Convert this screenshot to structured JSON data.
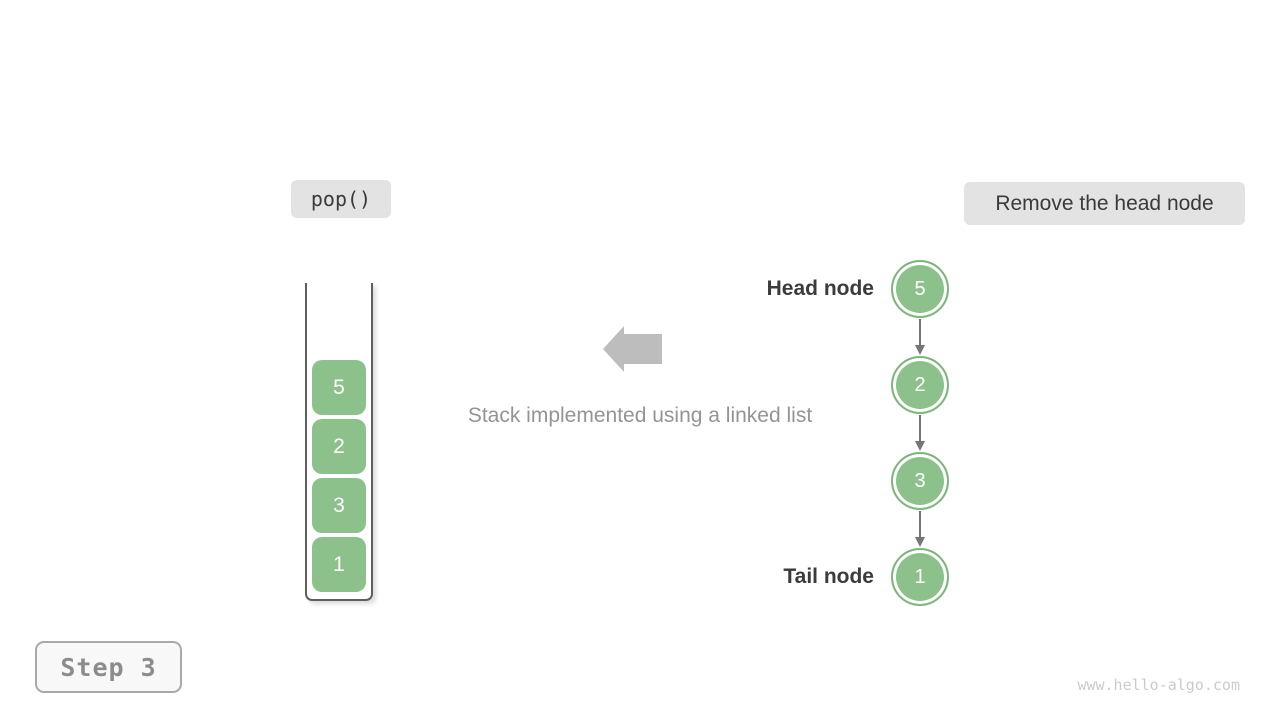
{
  "badges": {
    "operation": "pop()",
    "description": "Remove the head node",
    "step": "Step 3"
  },
  "caption": "Stack implemented using a linked list",
  "stack": {
    "items": [
      "5",
      "2",
      "3",
      "1"
    ]
  },
  "linked_list": {
    "head_label": "Head node",
    "tail_label": "Tail node",
    "nodes": [
      "5",
      "2",
      "3",
      "1"
    ]
  },
  "watermark": "www.hello-algo.com",
  "colors": {
    "node_green": "#8dc18b",
    "node_border_green": "#7eb67c",
    "badge_bg": "#e3e3e3",
    "arrow_gray": "#bdbdbd",
    "connector_gray": "#757575",
    "container_border": "#5e5e5e",
    "text_dark": "#3a3a3a",
    "text_gray": "#949494",
    "step_text_gray": "#8c8c8c",
    "watermark_gray": "#cbcbcb"
  }
}
